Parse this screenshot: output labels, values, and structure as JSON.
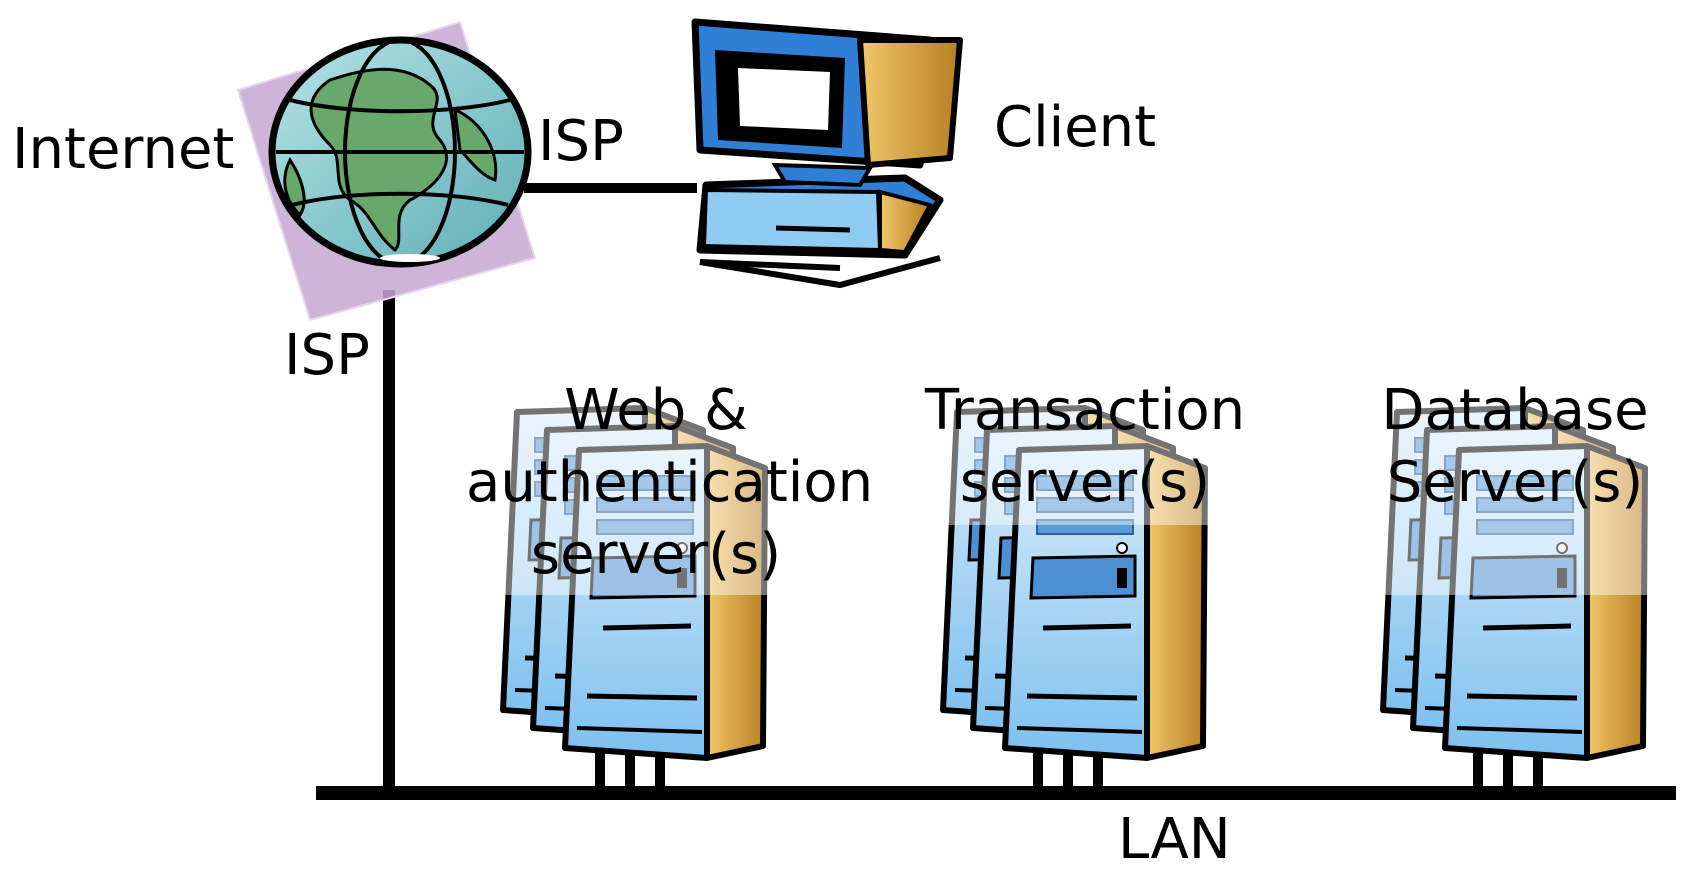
{
  "labels": {
    "internet": "Internet",
    "isp_right": "ISP",
    "isp_down": "ISP",
    "client": "Client",
    "lan": "LAN"
  },
  "server_groups": [
    {
      "lines": [
        "Web &",
        "authentication",
        "server(s)"
      ],
      "icon": "server-tower-stack-icon"
    },
    {
      "lines": [
        "Transaction",
        "server(s)"
      ],
      "icon": "server-tower-stack-icon"
    },
    {
      "lines": [
        "Database",
        "Server(s)"
      ],
      "icon": "server-tower-stack-icon"
    }
  ],
  "icons": {
    "internet": "globe-icon",
    "client": "desktop-computer-icon"
  },
  "colors": {
    "line": "#000000",
    "monitor_blue": "#2f7fd6",
    "screen_light": "#a9d8f5",
    "case_tan": "#d9a444",
    "globe_sea": "#7fc3c9",
    "globe_land": "#69a86b",
    "globe_backdrop": "#c7a7d3"
  }
}
